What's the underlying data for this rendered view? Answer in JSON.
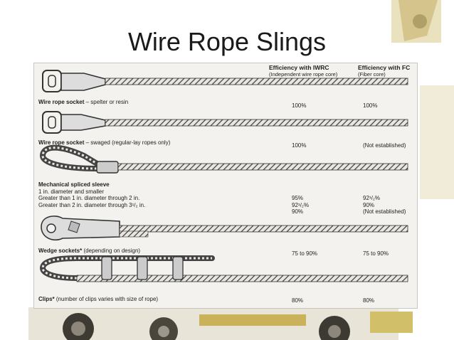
{
  "title": "Wire Rope Slings",
  "columns": {
    "iwrc": {
      "label": "Efficiency with IWRC",
      "sub": "(Independent wire rope core)"
    },
    "fc": {
      "label": "Efficiency with FC",
      "sub": "(Fiber core)"
    }
  },
  "rows": [
    {
      "label_bold": "Wire rope socket",
      "label_rest": " – spelter or resin",
      "iwrc": "100%",
      "fc": "100%"
    },
    {
      "label_bold": "Wire rope socket",
      "label_rest": " – swaged (regular-lay ropes only)",
      "iwrc": "100%",
      "fc": "(Not established)"
    },
    {
      "label_bold": "Mechanical spliced sleeve",
      "sublines": [
        "1 in. diameter and smaller",
        "Greater than 1 in. diameter through 2 in.",
        "Greater than 2 in. diameter through 3¹/₂ in."
      ],
      "iwrc_lines": [
        "95%",
        "92¹/₂%",
        "90%"
      ],
      "fc_lines": [
        "92¹/₂%",
        "90%",
        "(Not established)"
      ]
    },
    {
      "label_bold": "Wedge sockets*",
      "label_rest": " (depending on design)",
      "iwrc": "75 to 90%",
      "fc": "75 to 90%"
    },
    {
      "label_bold": "Clips*",
      "label_rest": " (number of clips varies with size of rope)",
      "iwrc": "80%",
      "fc": "80%"
    }
  ]
}
